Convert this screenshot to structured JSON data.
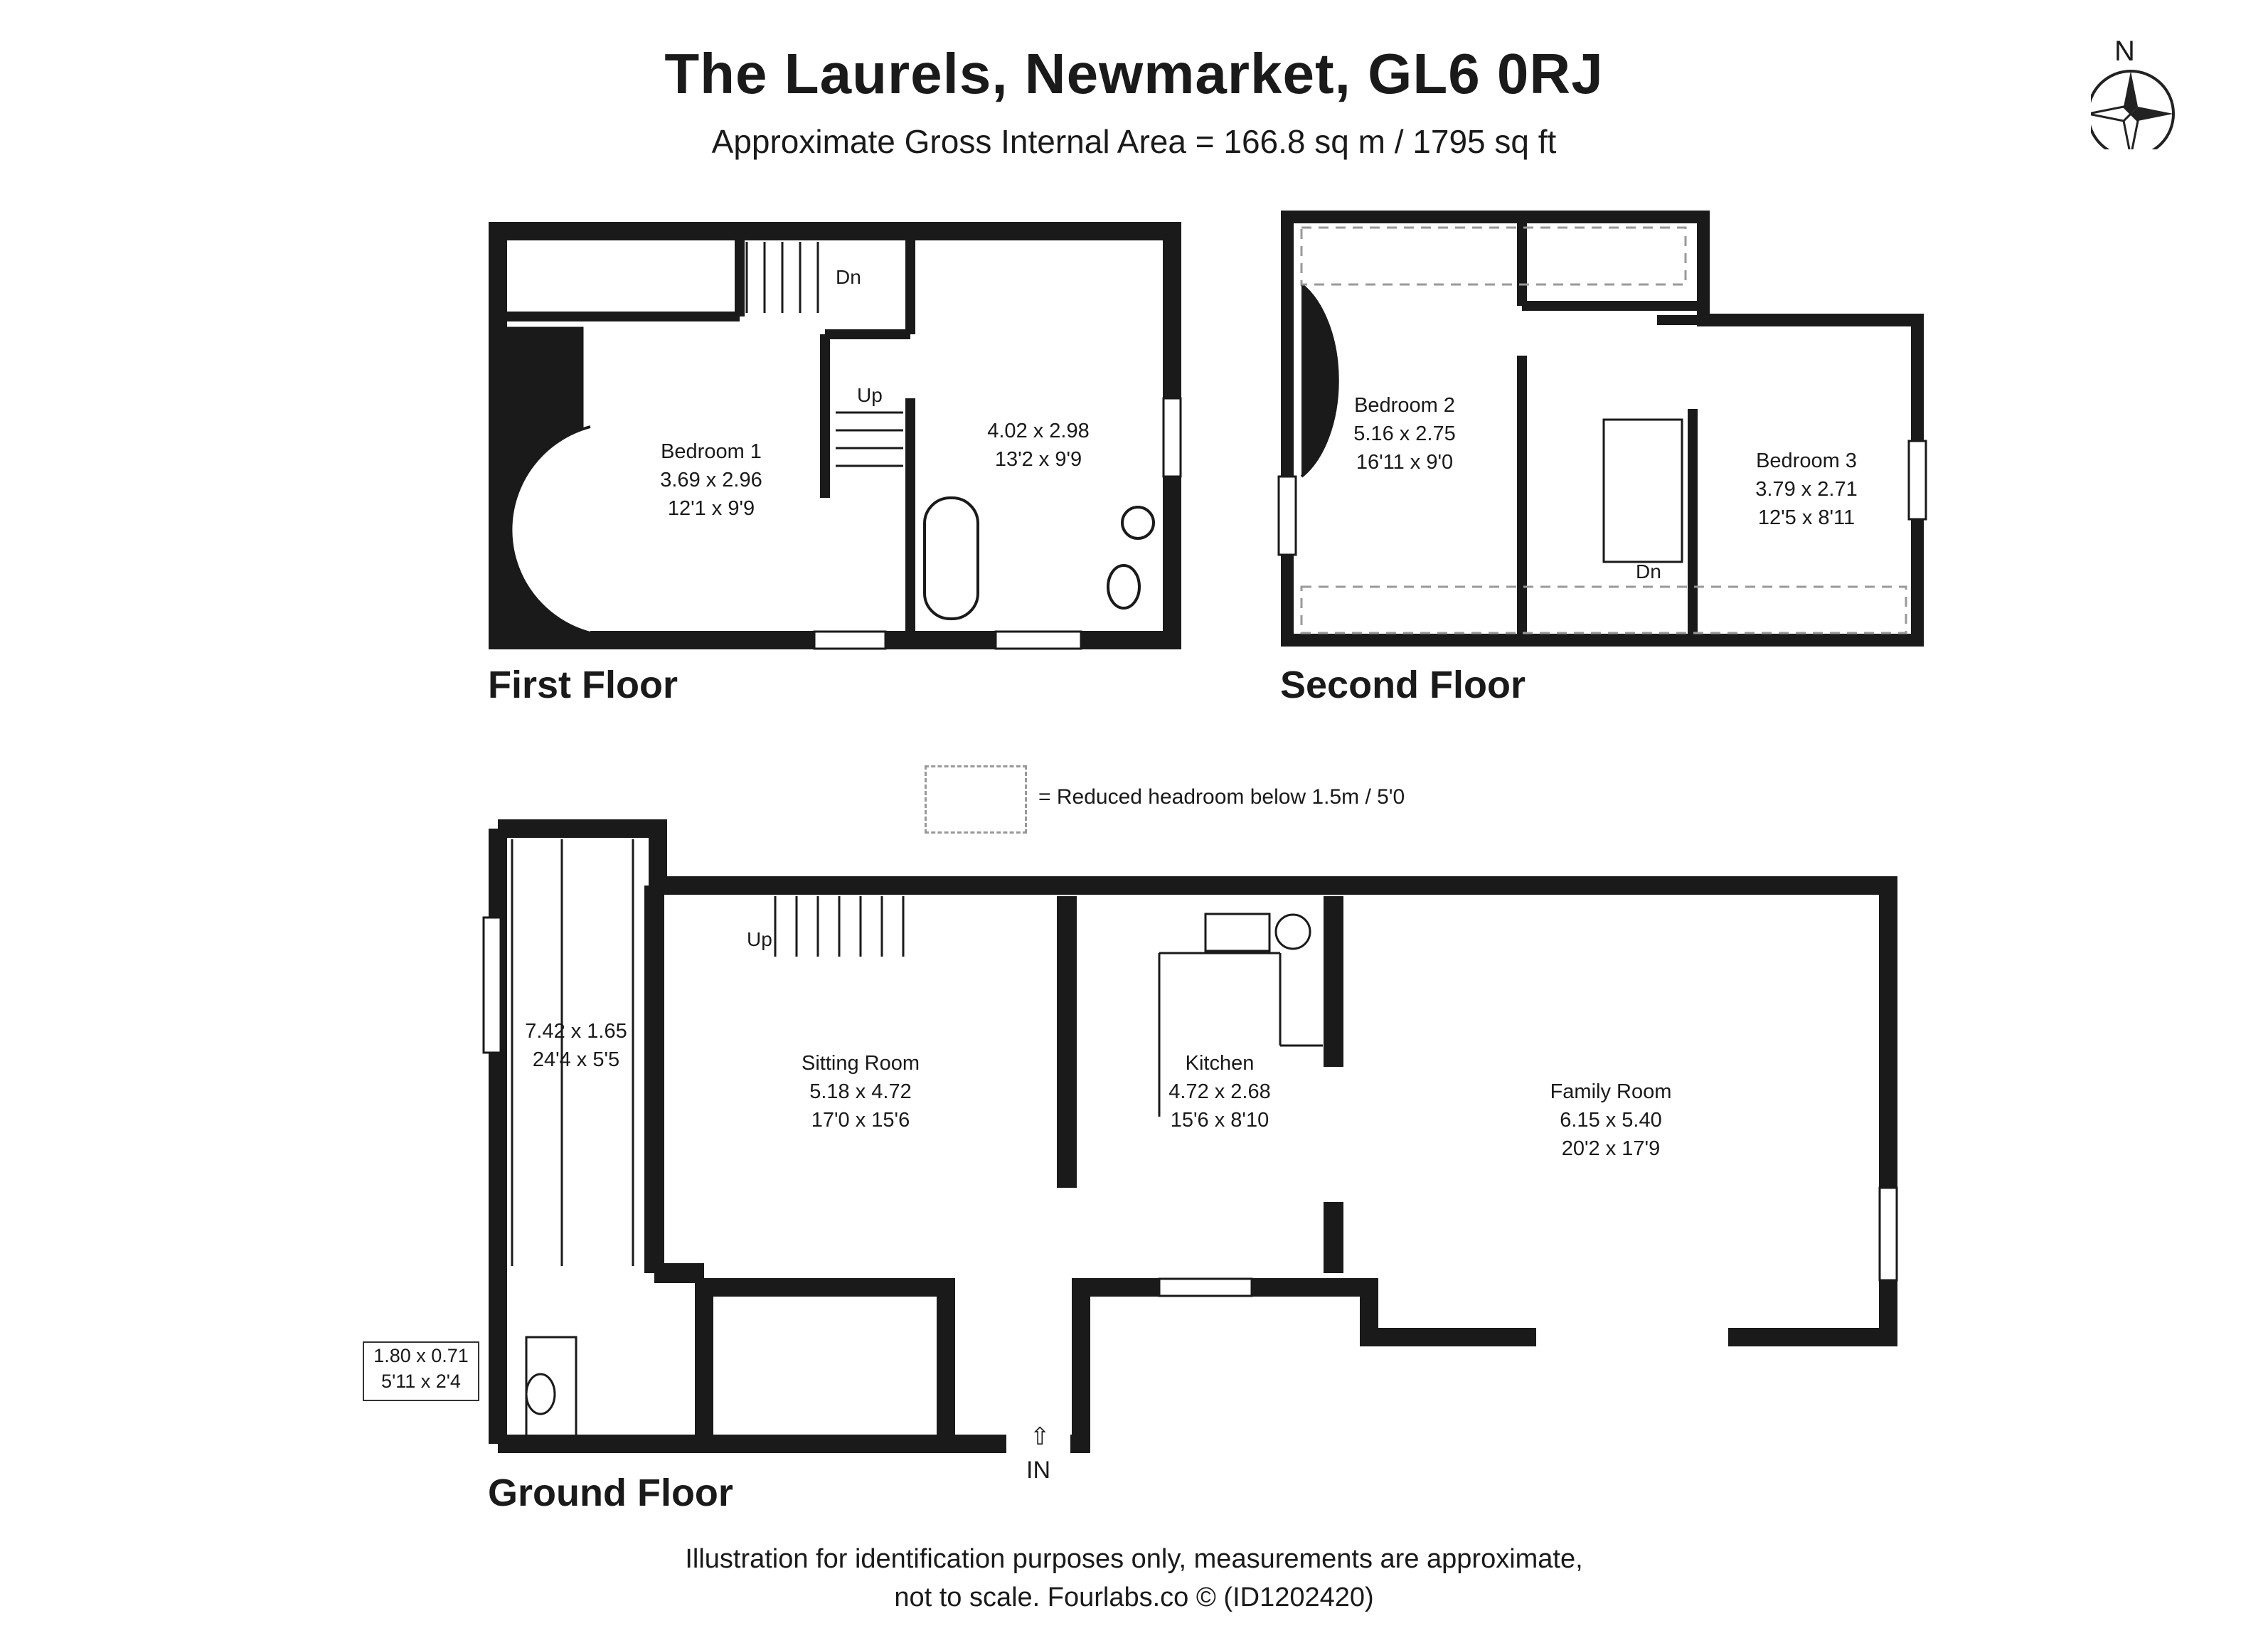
{
  "header": {
    "title": "The Laurels, Newmarket, GL6 0RJ",
    "subtitle": "Approximate Gross Internal Area = 166.8 sq m / 1795 sq ft"
  },
  "compass": {
    "label": "N"
  },
  "legend": {
    "text": "= Reduced headroom below 1.5m / 5'0"
  },
  "first_floor": {
    "label": "First Floor",
    "bedroom1": {
      "name": "Bedroom 1",
      "metric": "3.69 x 2.96",
      "imperial": "12'1 x 9'9"
    },
    "bathroom": {
      "metric": "4.02 x 2.98",
      "imperial": "13'2 x 9'9"
    },
    "stair_dn": "Dn",
    "stair_up": "Up"
  },
  "second_floor": {
    "label": "Second Floor",
    "bedroom2": {
      "name": "Bedroom 2",
      "metric": "5.16 x 2.75",
      "imperial": "16'11 x 9'0"
    },
    "bedroom3": {
      "name": "Bedroom 3",
      "metric": "3.79 x 2.71",
      "imperial": "12'5 x 8'11"
    },
    "stair_dn": "Dn"
  },
  "ground_floor": {
    "label": "Ground Floor",
    "utility": {
      "metric": "7.42 x 1.65",
      "imperial": "24'4 x 5'5"
    },
    "wc": {
      "metric": "1.80 x 0.71",
      "imperial": "5'11 x 2'4"
    },
    "sitting_room": {
      "name": "Sitting Room",
      "metric": "5.18 x 4.72",
      "imperial": "17'0 x 15'6"
    },
    "kitchen": {
      "name": "Kitchen",
      "metric": "4.72 x 2.68",
      "imperial": "15'6 x 8'10"
    },
    "family_room": {
      "name": "Family Room",
      "metric": "6.15 x 5.40",
      "imperial": "20'2 x 17'9"
    },
    "stair_up": "Up",
    "entrance": "IN"
  },
  "footer": {
    "line1": "Illustration for identification purposes only, measurements are approximate,",
    "line2": "not to scale. Fourlabs.co © (ID1202420)"
  }
}
